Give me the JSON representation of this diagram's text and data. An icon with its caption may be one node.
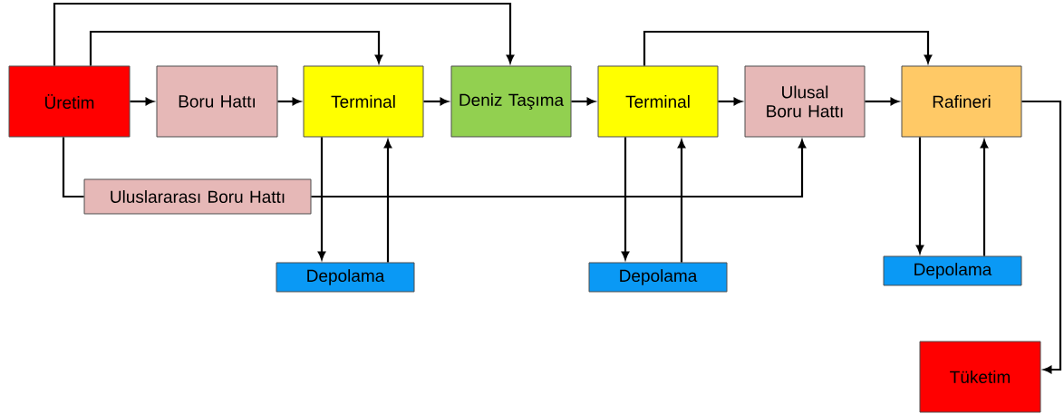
{
  "diagram": {
    "nodes": [
      {
        "text": [
          "Üretim"
        ]
      },
      {
        "text": [
          "Boru Hattı"
        ]
      },
      {
        "text": [
          "Terminal"
        ]
      },
      {
        "text": [
          "Deniz Taşıma"
        ]
      },
      {
        "text": [
          "Terminal"
        ]
      },
      {
        "text": [
          "Ulusal Boru Hattı"
        ]
      },
      {
        "text": [
          "Rafineri"
        ]
      },
      {
        "text": [
          "Uluslararası Boru Hattı"
        ]
      },
      {
        "text": [
          "Depolama"
        ]
      },
      {
        "text": [
          "Depolama"
        ]
      },
      {
        "text": [
          "Depolama"
        ]
      },
      {
        "text": [
          "Tüketim"
        ]
      }
    ],
    "edges": [
      {
        "from": 0,
        "to": 1,
        "arrow": "to"
      },
      {
        "from": 1,
        "to": 2,
        "arrow": "to"
      },
      {
        "from": 2,
        "to": 3,
        "arrow": "to"
      },
      {
        "from": 3,
        "to": 4,
        "arrow": "to"
      },
      {
        "from": 4,
        "to": 5,
        "arrow": "to"
      },
      {
        "from": 5,
        "to": 6,
        "arrow": "to"
      },
      {
        "from": 6,
        "to": 11,
        "arrow": "to"
      },
      {
        "from": 0,
        "to": 2,
        "arrow": "to"
      },
      {
        "from": 0,
        "to": 3,
        "arrow": "to"
      },
      {
        "from": 4,
        "to": 6,
        "arrow": "to"
      },
      {
        "from": 0,
        "to": 7,
        "arrow": "none"
      },
      {
        "from": 7,
        "to": 5,
        "arrow": "to"
      },
      {
        "from": 2,
        "to": 8,
        "arrow": "to"
      },
      {
        "from": 8,
        "to": 2,
        "arrow": "to"
      },
      {
        "from": 4,
        "to": 9,
        "arrow": "to"
      },
      {
        "from": 9,
        "to": 4,
        "arrow": "to"
      },
      {
        "from": 6,
        "to": 10,
        "arrow": "to"
      },
      {
        "from": 10,
        "to": 6,
        "arrow": "to"
      }
    ]
  }
}
